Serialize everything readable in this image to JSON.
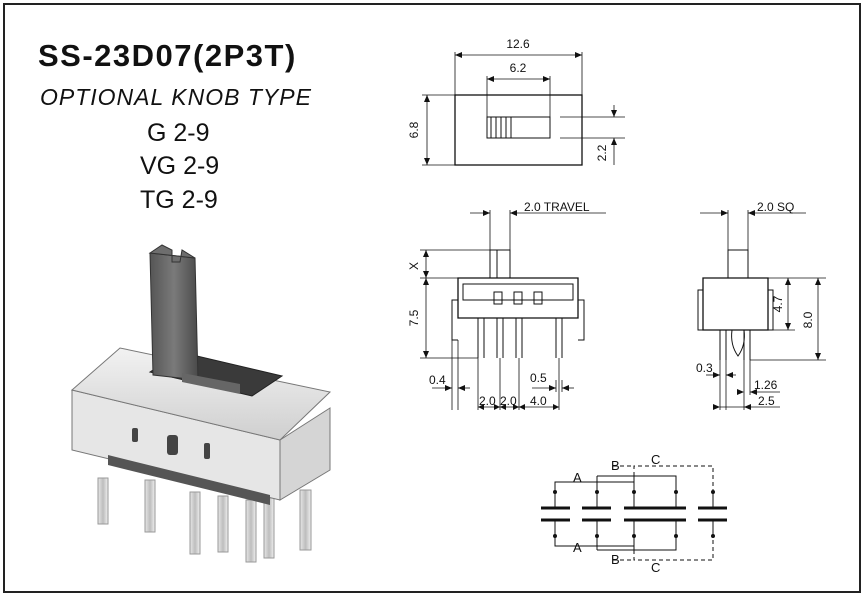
{
  "title": "SS-23D07(2P3T)",
  "subtitle": "OPTIONAL KNOB TYPE",
  "variants": [
    "G   2-9",
    "VG 2-9",
    "TG 2-9"
  ],
  "top_view": {
    "dims": [
      "12.6",
      "6.2",
      "6.8",
      "2.2"
    ]
  },
  "side_view": {
    "travel": "2.0 TRAVEL",
    "x": "X",
    "height": "7.5",
    "bottom": [
      "0.4",
      "0.5",
      "2.0",
      "2.0",
      "4.0"
    ]
  },
  "end_view": {
    "sq": "2.0 SQ",
    "dims": [
      "4.7",
      "8.0",
      "0.3",
      "1.26",
      "2.5"
    ]
  },
  "schematic": {
    "labels": [
      "A",
      "B",
      "C",
      "A",
      "B",
      "C"
    ]
  }
}
